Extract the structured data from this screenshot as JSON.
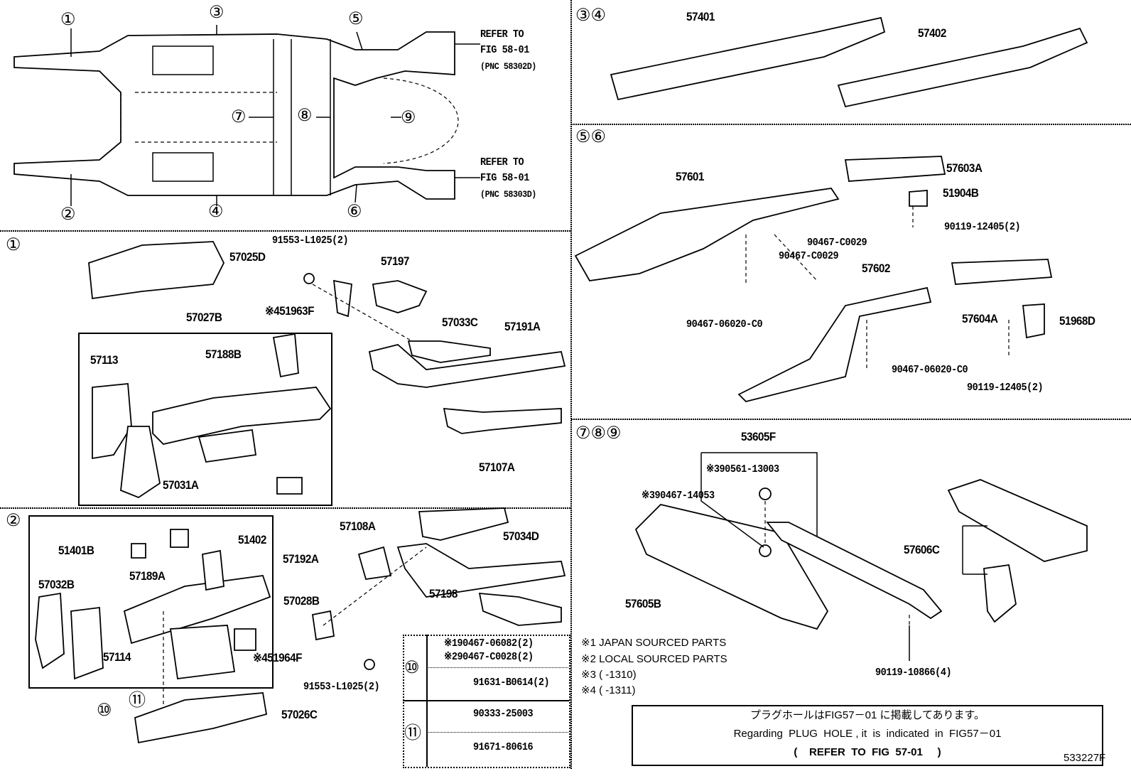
{
  "overview": {
    "c1": "①",
    "c2": "②",
    "c3": "③",
    "c4": "④",
    "c5": "⑤",
    "c6": "⑥",
    "c7": "⑦",
    "c8": "⑧",
    "c9": "⑨",
    "refer_top": [
      "REFER TO",
      "FIG 58-01",
      "(PNC 58302D)"
    ],
    "refer_bottom": [
      "REFER TO",
      "FIG 58-01",
      "(PNC 58303D)"
    ]
  },
  "section1": {
    "marker": "①",
    "labels": [
      "91553-L1025(2)",
      "57025D",
      "57197",
      "※451963F",
      "57027B",
      "57033C",
      "57191A",
      "57113",
      "57188B",
      "57031A",
      "57107A"
    ]
  },
  "section2": {
    "marker": "②",
    "labels": [
      "57108A",
      "51401B",
      "51402",
      "57034D",
      "57192A",
      "57189A",
      "57032B",
      "57028B",
      "57198",
      "57114",
      "※451964F",
      "91553-L1025(2)",
      "57026C"
    ],
    "c10": "⑩",
    "c11": "⑪"
  },
  "fastener_table": {
    "c10": "⑩",
    "c11": "⑪",
    "rows": [
      "※190467-06082(2)",
      "※290467-C0028(2)",
      "91631-B0614(2)",
      "90333-25003",
      "91671-80616"
    ]
  },
  "section34": {
    "marker": "③④",
    "labels": [
      "57401",
      "57402"
    ]
  },
  "section56": {
    "marker": "⑤⑥",
    "labels": [
      "57601",
      "57603A",
      "51904B",
      "90119-12405(2)",
      "90467-C0029",
      "90467-C0029",
      "57602",
      "57604A",
      "51968D",
      "90467-06020-C0",
      "90467-06020-C0",
      "90119-12405(2)"
    ]
  },
  "section789": {
    "marker": "⑦⑧⑨",
    "labels": [
      "53605F",
      "※390561-13003",
      "※390467-14053",
      "57606C",
      "57605B",
      "90119-10866(4)"
    ]
  },
  "notes": [
    "※1 JAPAN SOURCED PARTS",
    "※2 LOCAL SOURCED PARTS",
    "※3 (      -1310)",
    "※4 (      -1311)"
  ],
  "notice": {
    "jp": "プラグホールはFIG57－01 に掲載してあります。",
    "en": "Regarding  PLUG  HOLE , it  is  indicated  in  FIG57－01",
    "ref": "(    REFER  TO  FIG  57-01     )"
  },
  "figure_id": "533227F"
}
